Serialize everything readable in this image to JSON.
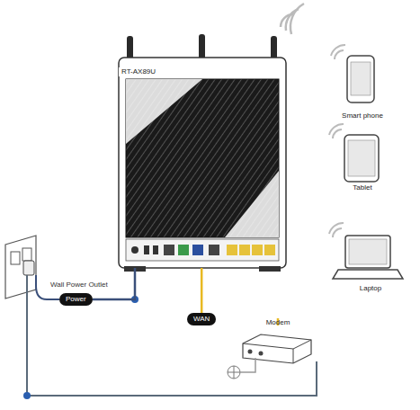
{
  "diagram": {
    "nodes": [
      {
        "text": [
          "RT-AX89U"
        ]
      },
      {
        "text": [
          "Power"
        ]
      },
      {
        "text": [
          "WAN"
        ]
      },
      {
        "text": [
          "Modem"
        ]
      },
      {
        "text": [
          "Smart phone"
        ]
      },
      {
        "text": [
          "Tablet"
        ]
      },
      {
        "text": [
          "Laptop"
        ]
      }
    ],
    "edges": [
      {
        "from": 0,
        "to": 1,
        "arrow": "none"
      },
      {
        "from": 0,
        "to": 2,
        "arrow": "none"
      },
      {
        "from": 2,
        "to": 3,
        "arrow": "none"
      }
    ],
    "labels": [
      "Wall Power Outlet"
    ]
  }
}
